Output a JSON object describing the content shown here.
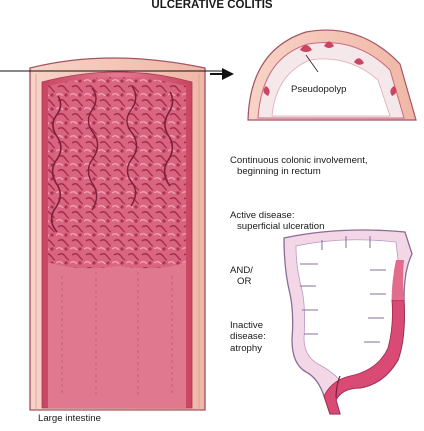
{
  "title": "ULCERATIVE COLITIS",
  "labels": {
    "pseudopolyp": "Pseudopolyp",
    "continuous_line1": "Continuous colonic involvement,",
    "continuous_line2": "beginning in rectum",
    "active_line1": "Active disease:",
    "active_line2": "superficial ulceration",
    "and_or_line1": "AND/",
    "and_or_line2": "OR",
    "inactive_line1": "Inactive",
    "inactive_line2": "disease:",
    "inactive_line3": "atrophy",
    "large_intestine": "Large intestine"
  },
  "colors": {
    "mucosa": "#d7607a",
    "mucosa_dark": "#b23a58",
    "mucosa_light": "#f2a9b6",
    "wall": "#f4c6b6",
    "wall_edge": "#a35566",
    "colon_fill": "#f3d7e6",
    "colon_stroke": "#8a6c97",
    "text": "#1a1a1a"
  }
}
